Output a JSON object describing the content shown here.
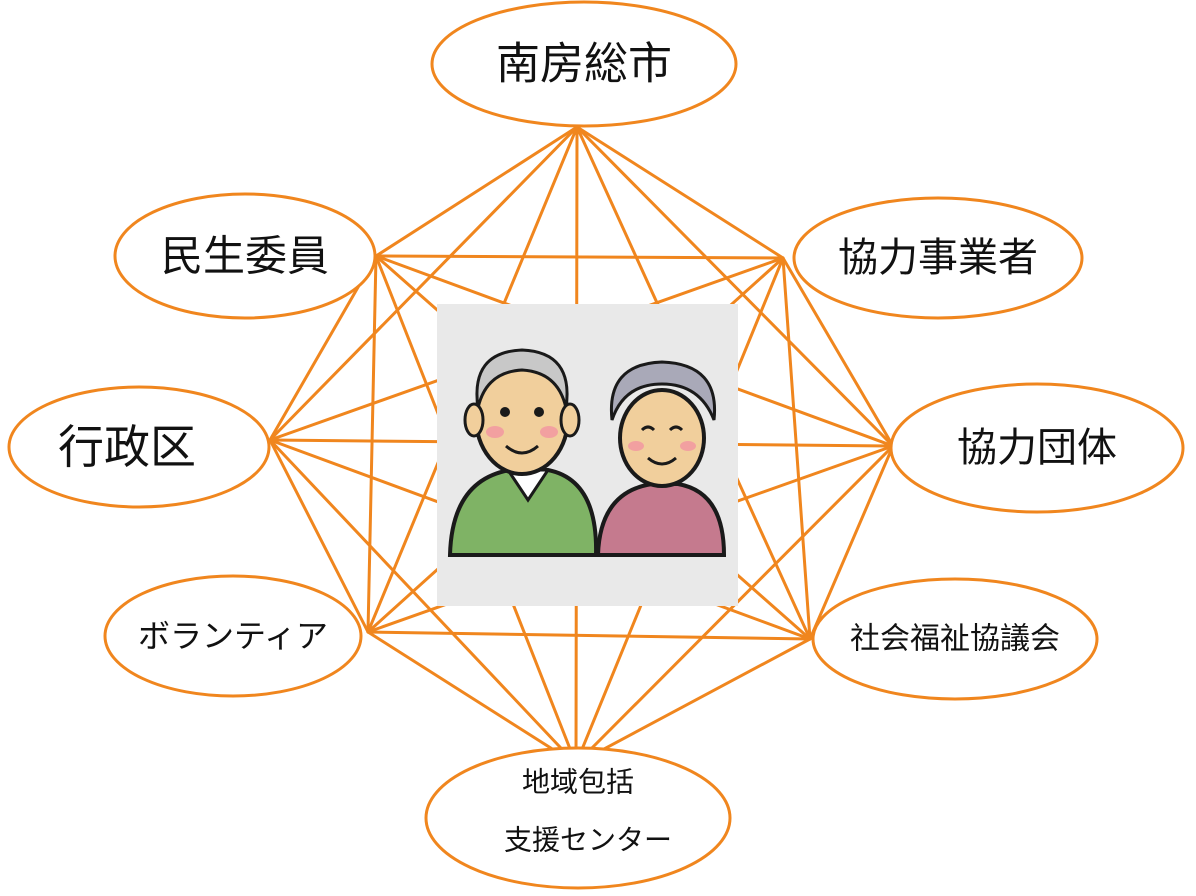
{
  "theme": {
    "accent": "#f0861e",
    "photo_background": "#e9e9e9",
    "shirt_green": "#7fb365",
    "shirt_pink": "#c57a8e"
  },
  "center": {
    "icon": "elderly-couple-icon"
  },
  "nodes": [
    {
      "id": "n0",
      "lines": [
        "南房総市"
      ]
    },
    {
      "id": "n1",
      "lines": [
        "協力事業者"
      ]
    },
    {
      "id": "n2",
      "lines": [
        "協力団体"
      ]
    },
    {
      "id": "n3",
      "lines": [
        "社会福祉協議会"
      ]
    },
    {
      "id": "n4",
      "lines": [
        "地域包括",
        "支援センター"
      ]
    },
    {
      "id": "n5",
      "lines": [
        "ボランティア"
      ]
    },
    {
      "id": "n6",
      "lines": [
        "行政区"
      ]
    },
    {
      "id": "n7",
      "lines": [
        "民生委員"
      ]
    }
  ]
}
